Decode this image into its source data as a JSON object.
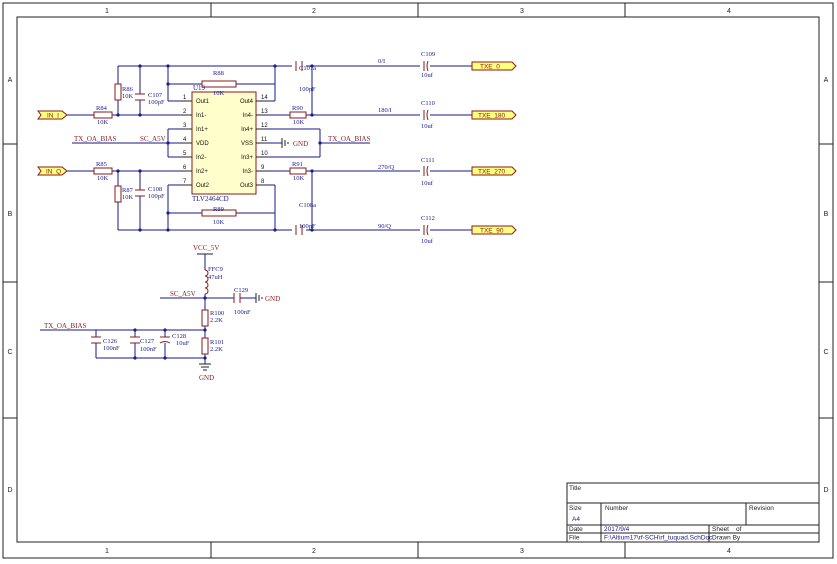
{
  "border": {
    "columns": [
      "1",
      "2",
      "3",
      "4"
    ],
    "rows": [
      "A",
      "B",
      "C",
      "D"
    ]
  },
  "opamp": {
    "ref": "U19",
    "part": "TLV2464CD",
    "left_pins": [
      {
        "num": "1",
        "name": "Out1"
      },
      {
        "num": "2",
        "name": "In1-"
      },
      {
        "num": "3",
        "name": "In1+"
      },
      {
        "num": "4",
        "name": "VDD"
      },
      {
        "num": "5",
        "name": "In2-"
      },
      {
        "num": "6",
        "name": "In2+"
      },
      {
        "num": "7",
        "name": "Out2"
      }
    ],
    "right_pins": [
      {
        "num": "14",
        "name": "Out4"
      },
      {
        "num": "13",
        "name": "In4-"
      },
      {
        "num": "12",
        "name": "In4+"
      },
      {
        "num": "11",
        "name": "VSS"
      },
      {
        "num": "10",
        "name": "In3+"
      },
      {
        "num": "9",
        "name": "In3-"
      },
      {
        "num": "8",
        "name": "Out3"
      }
    ]
  },
  "resistors": {
    "r84": {
      "ref": "R84",
      "val": "10K"
    },
    "r85": {
      "ref": "R85",
      "val": "10K"
    },
    "r86": {
      "ref": "R86",
      "val": "10K"
    },
    "r87": {
      "ref": "R87",
      "val": "10K"
    },
    "r88": {
      "ref": "R88",
      "val": "10K"
    },
    "r89": {
      "ref": "R89",
      "val": "10K"
    },
    "r90": {
      "ref": "R90",
      "val": "10K"
    },
    "r91": {
      "ref": "R91",
      "val": "10K"
    },
    "r100": {
      "ref": "R100",
      "val": "2.2K"
    },
    "r101": {
      "ref": "R101",
      "val": "2.2K"
    }
  },
  "capacitors": {
    "c107": {
      "ref": "C107",
      "val": "100pF"
    },
    "c107a": {
      "ref": "C107a",
      "val": "100pF"
    },
    "c108": {
      "ref": "C108",
      "val": "100pF"
    },
    "c108a": {
      "ref": "C108a",
      "val": "100pF"
    },
    "c109": {
      "ref": "C109",
      "val": "10uf"
    },
    "c110": {
      "ref": "C110",
      "val": "10uf"
    },
    "c111": {
      "ref": "C111",
      "val": "10uf"
    },
    "c112": {
      "ref": "C112",
      "val": "10uf"
    },
    "c126": {
      "ref": "C126",
      "val": "100nF"
    },
    "c127": {
      "ref": "C127",
      "val": "100nF"
    },
    "c128": {
      "ref": "C128",
      "val": "10uF"
    },
    "c129": {
      "ref": "C129",
      "val": "100nF"
    }
  },
  "inductor": {
    "ref": "FFC9",
    "val": "47uH"
  },
  "nets": {
    "in_i": "IN_I",
    "in_q": "IN_Q",
    "tx_oa_bias": "TX_OA_BIAS",
    "sc_a5v": "SC_A5V",
    "vcc_5v": "VCC_5V",
    "gnd": "GND",
    "txe_0": "TXE_0",
    "txe_180": "TXE_180",
    "txe_270": "TXE_270",
    "txe_90": "TXE_90",
    "ph_0": "0/I",
    "ph_180": "180/I",
    "ph_270": "270/Q",
    "ph_90": "90/Q"
  },
  "title_block": {
    "title_label": "Title",
    "size_label": "Size",
    "size_value": "A4",
    "number_label": "Number",
    "revision_label": "Revision",
    "date_label": "Date",
    "date_value": "2017/9/4",
    "file_label": "File",
    "file_value": "F:\\Altium17\\rf-SCH\\rf_tuquad.SchDoc",
    "sheet_label": "Sheet",
    "of_label": "of",
    "drawn_label": "Drawn By"
  }
}
